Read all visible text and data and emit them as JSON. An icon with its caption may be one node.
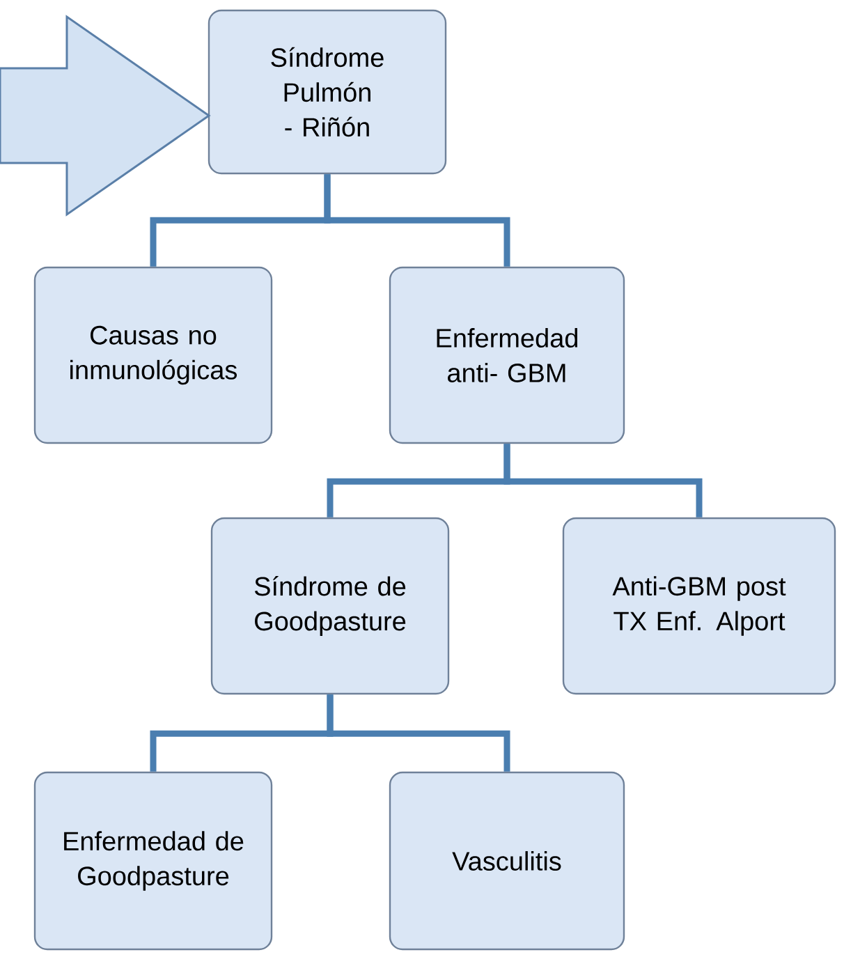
{
  "diagram": {
    "nodes": [
      {
        "text": [
          "Síndrome Pulmón - Riñón"
        ]
      },
      {
        "text": [
          "Causas no inmunológicas"
        ]
      },
      {
        "text": [
          "Enfermedad anti- GBM"
        ]
      },
      {
        "text": [
          "Síndrome de Goodpasture"
        ]
      },
      {
        "text": [
          "Anti-GBM post TX Enf. Alport"
        ]
      },
      {
        "text": [
          "Enfermedad de Goodpasture"
        ]
      },
      {
        "text": [
          "Vasculitis"
        ]
      }
    ],
    "edges": [
      {
        "from": null,
        "to": 0,
        "arrow": "to"
      },
      {
        "from": 0,
        "to": 1,
        "arrow": "none"
      },
      {
        "from": 0,
        "to": 2,
        "arrow": "none"
      },
      {
        "from": 2,
        "to": 3,
        "arrow": "none"
      },
      {
        "from": 2,
        "to": 4,
        "arrow": "none"
      },
      {
        "from": 3,
        "to": 5,
        "arrow": "none"
      },
      {
        "from": 3,
        "to": 6,
        "arrow": "none"
      }
    ]
  }
}
